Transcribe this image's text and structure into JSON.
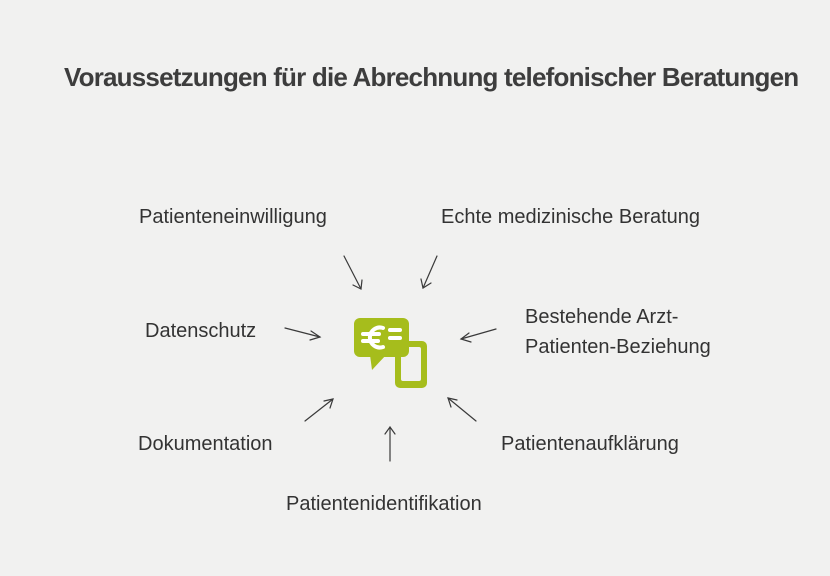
{
  "title": "Voraussetzungen für die Abrechnung telefonischer Beratungen",
  "center_icon": {
    "name": "euro-chat-phone-icon",
    "color": "#a6bd1c"
  },
  "requirements": [
    "Patienteneinwilligung",
    "Echte medizinische Beratung",
    "Datenschutz",
    "Bestehende Arzt-Patienten-Beziehung",
    "Dokumentation",
    "Patientenaufklärung",
    "Patientenidentifikation"
  ]
}
